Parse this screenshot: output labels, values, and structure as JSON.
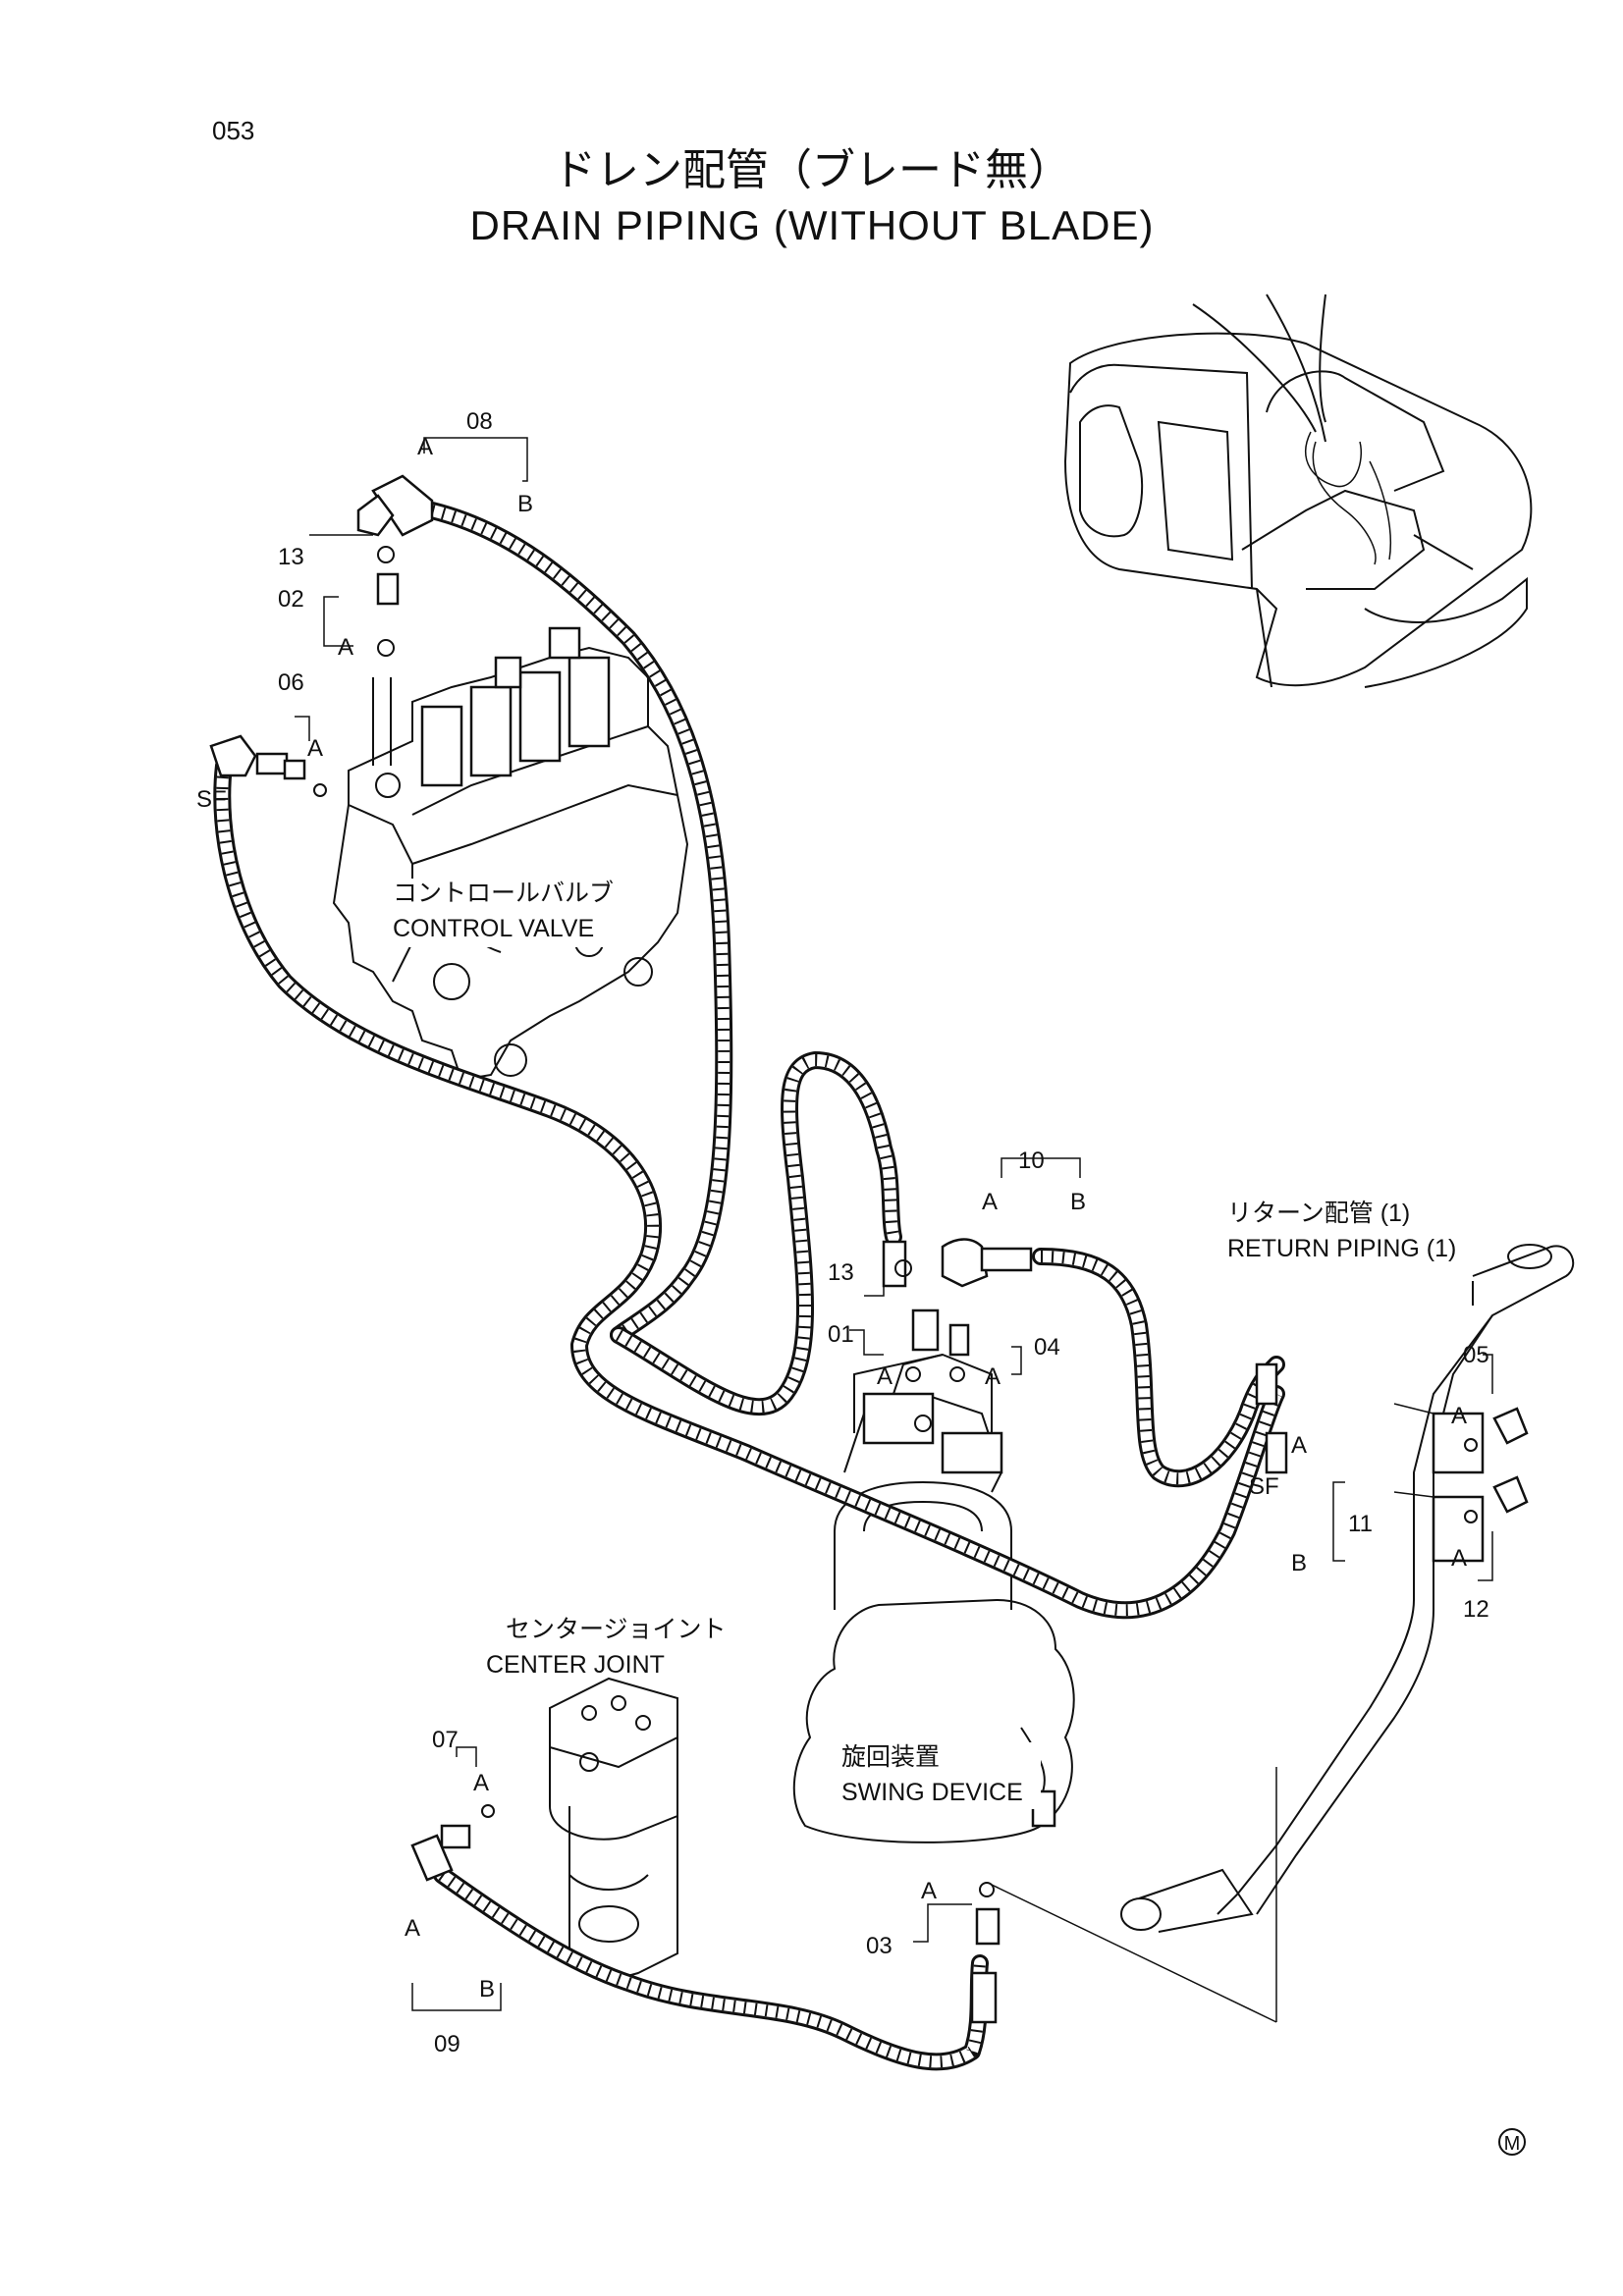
{
  "page_number": "053",
  "title_jp": "ドレン配管（ブレード無）",
  "title_en": "DRAIN PIPING (WITHOUT BLADE)",
  "components": {
    "control_valve_jp": "コントロールバルブ",
    "control_valve_en": "CONTROL VALVE",
    "return_piping_jp": "リターン配管 (1)",
    "return_piping_en": "RETURN PIPING (1)",
    "center_joint_jp": "センタージョイント",
    "center_joint_en": "CENTER JOINT",
    "swing_device_jp": "旋回装置",
    "swing_device_en": "SWING DEVICE"
  },
  "part_numbers": {
    "p01": "01",
    "p02": "02",
    "p03": "03",
    "p04": "04",
    "p05": "05",
    "p06": "06",
    "p07": "07",
    "p08": "08",
    "p09": "09",
    "p10": "10",
    "p11": "11",
    "p12": "12",
    "p13": "13"
  },
  "end_labels": {
    "a": "A",
    "b": "B",
    "sf": "SF"
  },
  "mark": "M"
}
